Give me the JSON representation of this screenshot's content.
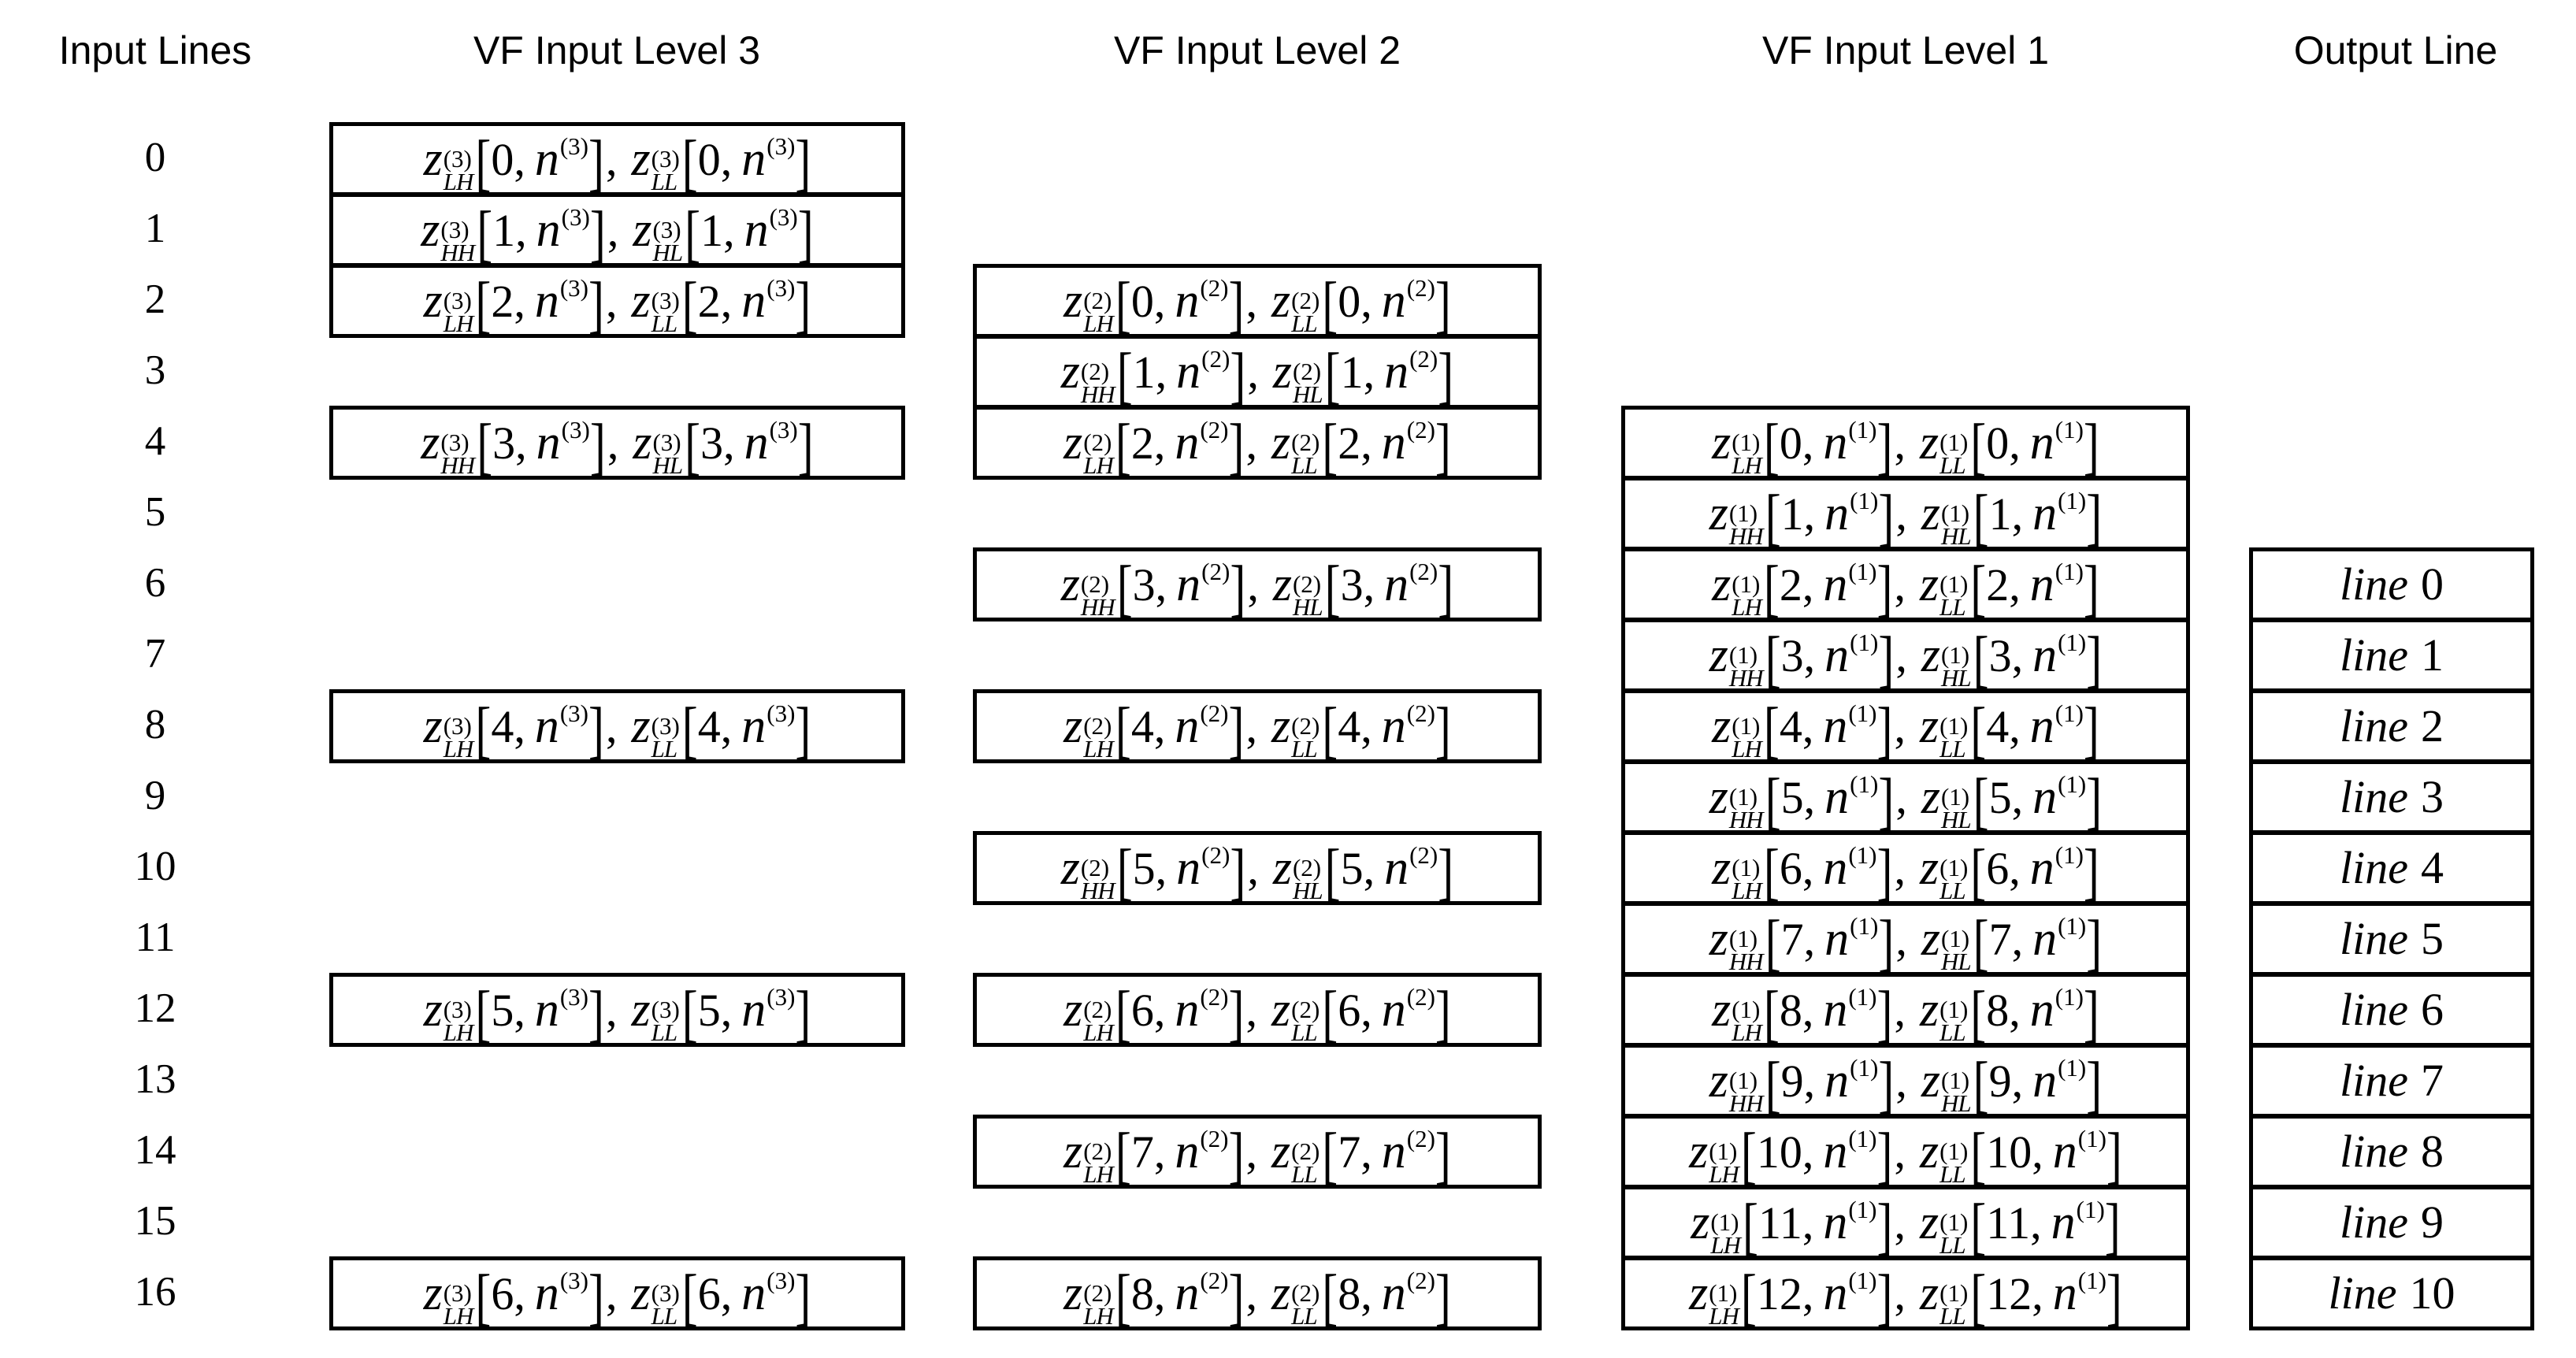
{
  "headers": [
    {
      "id": "input-lines",
      "label": "Input Lines"
    },
    {
      "id": "vf-input-level-3",
      "label": "VF Input Level 3"
    },
    {
      "id": "vf-input-level-2",
      "label": "VF Input Level 2"
    },
    {
      "id": "vf-input-level-1",
      "label": "VF Input Level 1"
    },
    {
      "id": "output-line",
      "label": "Output Line"
    }
  ],
  "input_lines": [
    "0",
    "1",
    "2",
    "3",
    "4",
    "5",
    "6",
    "7",
    "8",
    "9",
    "10",
    "11",
    "12",
    "13",
    "14",
    "15",
    "16"
  ],
  "symbols": {
    "coefficient_var": "z",
    "sample_var": "n",
    "comma": ","
  },
  "levels": [
    {
      "level": "3",
      "sup": "(3)",
      "boxes": [
        {
          "row": 0,
          "subs": [
            "LH",
            "LL"
          ],
          "index": "0"
        },
        {
          "row": 1,
          "subs": [
            "HH",
            "HL"
          ],
          "index": "1"
        },
        {
          "row": 2,
          "subs": [
            "LH",
            "LL"
          ],
          "index": "2"
        },
        {
          "row": 4,
          "subs": [
            "HH",
            "HL"
          ],
          "index": "3"
        },
        {
          "row": 8,
          "subs": [
            "LH",
            "LL"
          ],
          "index": "4"
        },
        {
          "row": 12,
          "subs": [
            "LH",
            "LL"
          ],
          "index": "5"
        },
        {
          "row": 16,
          "subs": [
            "LH",
            "LL"
          ],
          "index": "6"
        }
      ]
    },
    {
      "level": "2",
      "sup": "(2)",
      "boxes": [
        {
          "row": 2,
          "subs": [
            "LH",
            "LL"
          ],
          "index": "0"
        },
        {
          "row": 3,
          "subs": [
            "HH",
            "HL"
          ],
          "index": "1"
        },
        {
          "row": 4,
          "subs": [
            "LH",
            "LL"
          ],
          "index": "2"
        },
        {
          "row": 6,
          "subs": [
            "HH",
            "HL"
          ],
          "index": "3"
        },
        {
          "row": 8,
          "subs": [
            "LH",
            "LL"
          ],
          "index": "4"
        },
        {
          "row": 10,
          "subs": [
            "HH",
            "HL"
          ],
          "index": "5"
        },
        {
          "row": 12,
          "subs": [
            "LH",
            "LL"
          ],
          "index": "6"
        },
        {
          "row": 14,
          "subs": [
            "LH",
            "LL"
          ],
          "index": "7"
        },
        {
          "row": 16,
          "subs": [
            "LH",
            "LL"
          ],
          "index": "8"
        }
      ]
    },
    {
      "level": "1",
      "sup": "(1)",
      "boxes": [
        {
          "row": 4,
          "subs": [
            "LH",
            "LL"
          ],
          "index": "0"
        },
        {
          "row": 5,
          "subs": [
            "HH",
            "HL"
          ],
          "index": "1"
        },
        {
          "row": 6,
          "subs": [
            "LH",
            "LL"
          ],
          "index": "2"
        },
        {
          "row": 7,
          "subs": [
            "HH",
            "HL"
          ],
          "index": "3"
        },
        {
          "row": 8,
          "subs": [
            "LH",
            "LL"
          ],
          "index": "4"
        },
        {
          "row": 9,
          "subs": [
            "HH",
            "HL"
          ],
          "index": "5"
        },
        {
          "row": 10,
          "subs": [
            "LH",
            "LL"
          ],
          "index": "6"
        },
        {
          "row": 11,
          "subs": [
            "HH",
            "HL"
          ],
          "index": "7"
        },
        {
          "row": 12,
          "subs": [
            "LH",
            "LL"
          ],
          "index": "8"
        },
        {
          "row": 13,
          "subs": [
            "HH",
            "HL"
          ],
          "index": "9"
        },
        {
          "row": 14,
          "subs": [
            "LH",
            "LL"
          ],
          "index": "10"
        },
        {
          "row": 15,
          "subs": [
            "LH",
            "LL"
          ],
          "index": "11"
        },
        {
          "row": 16,
          "subs": [
            "LH",
            "LL"
          ],
          "index": "12"
        }
      ]
    }
  ],
  "output": {
    "boxes": [
      {
        "row": 6,
        "text": "line 0"
      },
      {
        "row": 7,
        "text": "line 1"
      },
      {
        "row": 8,
        "text": "line 2"
      },
      {
        "row": 9,
        "text": "line 3"
      },
      {
        "row": 10,
        "text": "line 4"
      },
      {
        "row": 11,
        "text": "line 5"
      },
      {
        "row": 12,
        "text": "line 6"
      },
      {
        "row": 13,
        "text": "line 7"
      },
      {
        "row": 14,
        "text": "line 8"
      },
      {
        "row": 15,
        "text": "line 9"
      },
      {
        "row": 16,
        "text": "line 10"
      }
    ]
  }
}
